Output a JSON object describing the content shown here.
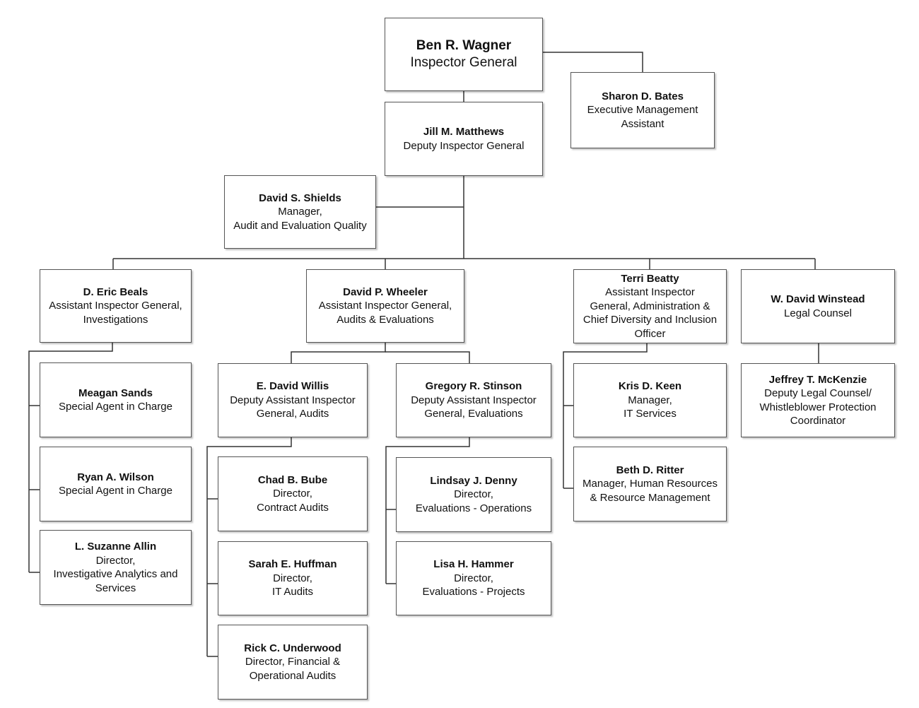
{
  "org_chart": {
    "line_color": "#333333",
    "nodes": {
      "wagner": {
        "name": "Ben R. Wagner",
        "title": "Inspector General"
      },
      "bates": {
        "name": "Sharon D. Bates",
        "title": "Executive Management\nAssistant"
      },
      "matthews": {
        "name": "Jill M. Matthews",
        "title": "Deputy Inspector General"
      },
      "shields": {
        "name": "David S. Shields",
        "title": "Manager,\nAudit and Evaluation Quality"
      },
      "beals": {
        "name": "D. Eric Beals",
        "title": "Assistant Inspector General,\nInvestigations"
      },
      "wheeler": {
        "name": "David P. Wheeler",
        "title": "Assistant Inspector General,\nAudits & Evaluations"
      },
      "beatty": {
        "name": "Terri Beatty",
        "title": "Assistant Inspector\nGeneral, Administration &\nChief Diversity and Inclusion\nOfficer"
      },
      "winstead": {
        "name": "W. David Winstead",
        "title": "Legal Counsel"
      },
      "sands": {
        "name": "Meagan Sands",
        "title": "Special Agent in Charge"
      },
      "wilson": {
        "name": "Ryan A. Wilson",
        "title": "Special Agent in Charge"
      },
      "allin": {
        "name": "L. Suzanne Allin",
        "title": "Director,\nInvestigative Analytics and\nServices"
      },
      "willis": {
        "name": "E. David Willis",
        "title": "Deputy Assistant Inspector\nGeneral, Audits"
      },
      "stinson": {
        "name": "Gregory R. Stinson",
        "title": "Deputy Assistant Inspector\nGeneral, Evaluations"
      },
      "bube": {
        "name": "Chad B. Bube",
        "title": "Director,\nContract Audits"
      },
      "huffman": {
        "name": "Sarah E. Huffman",
        "title": "Director,\nIT Audits"
      },
      "underwood": {
        "name": "Rick C. Underwood",
        "title": "Director, Financial &\nOperational Audits"
      },
      "denny": {
        "name": "Lindsay J. Denny",
        "title": "Director,\nEvaluations - Operations"
      },
      "hammer": {
        "name": "Lisa H. Hammer",
        "title": "Director,\nEvaluations - Projects"
      },
      "keen": {
        "name": "Kris D. Keen",
        "title": "Manager,\nIT Services"
      },
      "ritter": {
        "name": "Beth D. Ritter",
        "title": "Manager, Human Resources\n& Resource Management"
      },
      "mckenzie": {
        "name": "Jeffrey T. McKenzie",
        "title": "Deputy Legal Counsel/\nWhistleblower Protection\nCoordinator"
      }
    }
  }
}
